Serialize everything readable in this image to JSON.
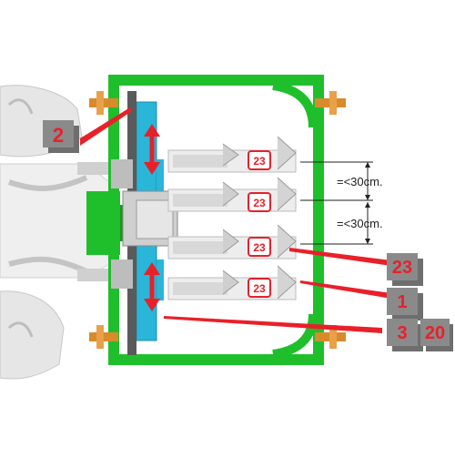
{
  "colors": {
    "frame": "#1fbf2c",
    "frame_dark": "#17951f",
    "accent_red": "#e8202a",
    "callout_box": "#6e6e6e",
    "bar_blue": "#29b6d8",
    "tractor_gray": "#d9d9d9",
    "bolt_orange": "#d98b2b"
  },
  "callouts": {
    "c2": "2",
    "c23": "23",
    "c1": "1",
    "c3": "3",
    "c20": "20"
  },
  "units": {
    "u1": "23",
    "u2": "23",
    "u3": "23",
    "u4": "23"
  },
  "dimensions": {
    "d1": "=<30cm.",
    "d2": "=<30cm."
  },
  "icons": {
    "arrows": "double-arrow-vertical-icon",
    "bolts": "hex-bolt-icon"
  }
}
